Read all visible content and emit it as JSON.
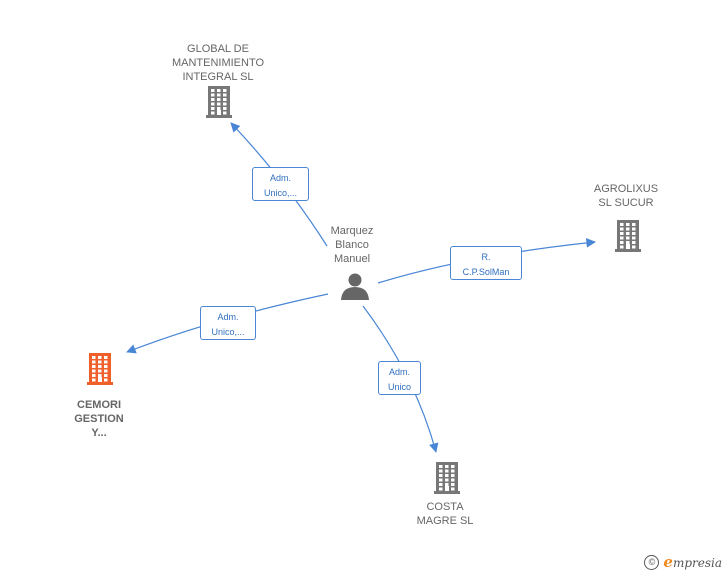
{
  "center": {
    "label": "Marquez\nBlanco\nManuel",
    "icon": "person-icon"
  },
  "companies": [
    {
      "key": "global",
      "label": "GLOBAL DE\nMANTENIMIENTO\nINTEGRAL SL",
      "icon": "building-icon",
      "color": "#777777"
    },
    {
      "key": "agrolixus",
      "label": "AGROLIXUS\nSL SUCUR",
      "icon": "building-icon",
      "color": "#777777"
    },
    {
      "key": "cemori",
      "label": "CEMORI\nGESTION\nY...",
      "icon": "building-icon",
      "color": "#f0602a"
    },
    {
      "key": "costa",
      "label": "COSTA\nMAGRE SL",
      "icon": "building-icon",
      "color": "#777777"
    }
  ],
  "edges": [
    {
      "to": "global",
      "label": "Adm.\nUnico,..."
    },
    {
      "to": "agrolixus",
      "label": "R.\nC.P.SolMan"
    },
    {
      "to": "cemori",
      "label": "Adm.\nUnico,..."
    },
    {
      "to": "costa",
      "label": "Adm.\nUnico"
    }
  ],
  "colors": {
    "edge": "#4a86d6",
    "person": "#666666"
  },
  "footer": {
    "copyright": "©",
    "brand_initial": "e",
    "brand_rest": "mpresia"
  }
}
